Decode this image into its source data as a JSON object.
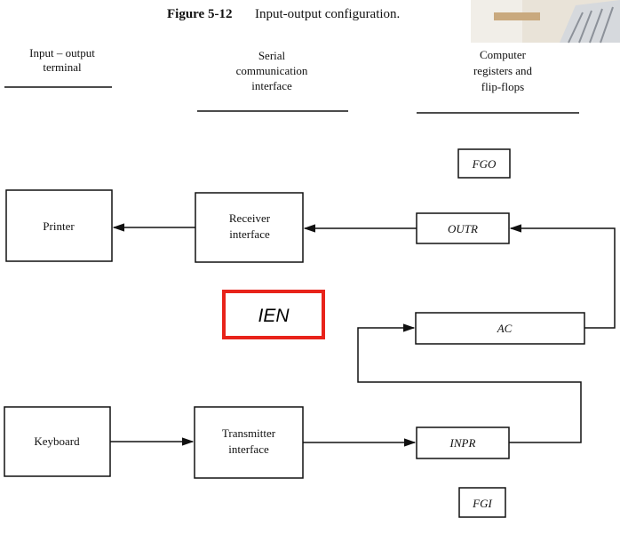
{
  "figure": {
    "number": "Figure 5-12",
    "caption": "Input-output configuration."
  },
  "columns": {
    "io_terminal": [
      "Input – output",
      "terminal"
    ],
    "serial_interface": [
      "Serial",
      "communication",
      "interface"
    ],
    "computer": [
      "Computer",
      "registers and",
      "flip-flops"
    ]
  },
  "blocks": {
    "printer": "Printer",
    "receiver": [
      "Receiver",
      "interface"
    ],
    "outr": "OUTR",
    "fgo": "FGO",
    "ac": "AC",
    "keyboard": "Keyboard",
    "transmitter": [
      "Transmitter",
      "interface"
    ],
    "inpr": "INPR",
    "fgi": "FGI"
  },
  "highlight": {
    "label": "IEN",
    "border_color": "#e8231a"
  },
  "colors": {
    "ink": "#111111",
    "background": "#ffffff"
  }
}
